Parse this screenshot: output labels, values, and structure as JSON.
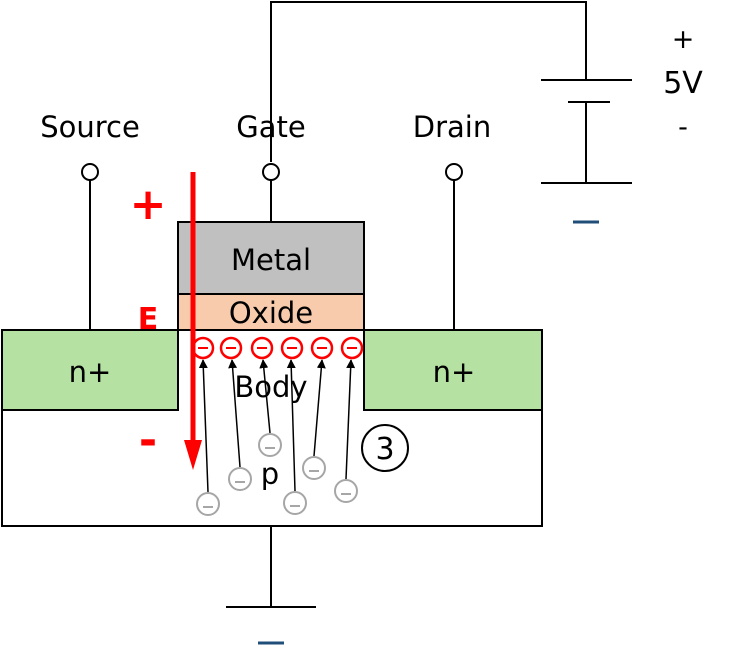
{
  "terminals": {
    "source": "Source",
    "gate": "Gate",
    "drain": "Drain"
  },
  "battery": {
    "plus": "+",
    "voltage": "5V",
    "minus": "-"
  },
  "layers": {
    "metal": "Metal",
    "oxide": "Oxide",
    "body": "Body",
    "substrate": "p",
    "n_left": "n+",
    "n_right": "n+"
  },
  "field": {
    "plus": "+",
    "label": "E",
    "minus": "-"
  },
  "step_marker": "3",
  "colors": {
    "field_arrow": "#ff0000",
    "metal": "#c0c0c0",
    "oxide": "#f8cbad",
    "n_region": "#b5e1a2",
    "inversion_electron": "#ff0000",
    "body_electron": "#a6a6a6",
    "ground_line": "#1f4e79"
  },
  "icons": [
    "electron-minus-icon",
    "ground-symbol-icon",
    "battery-symbol-icon",
    "terminal-circle-icon"
  ]
}
